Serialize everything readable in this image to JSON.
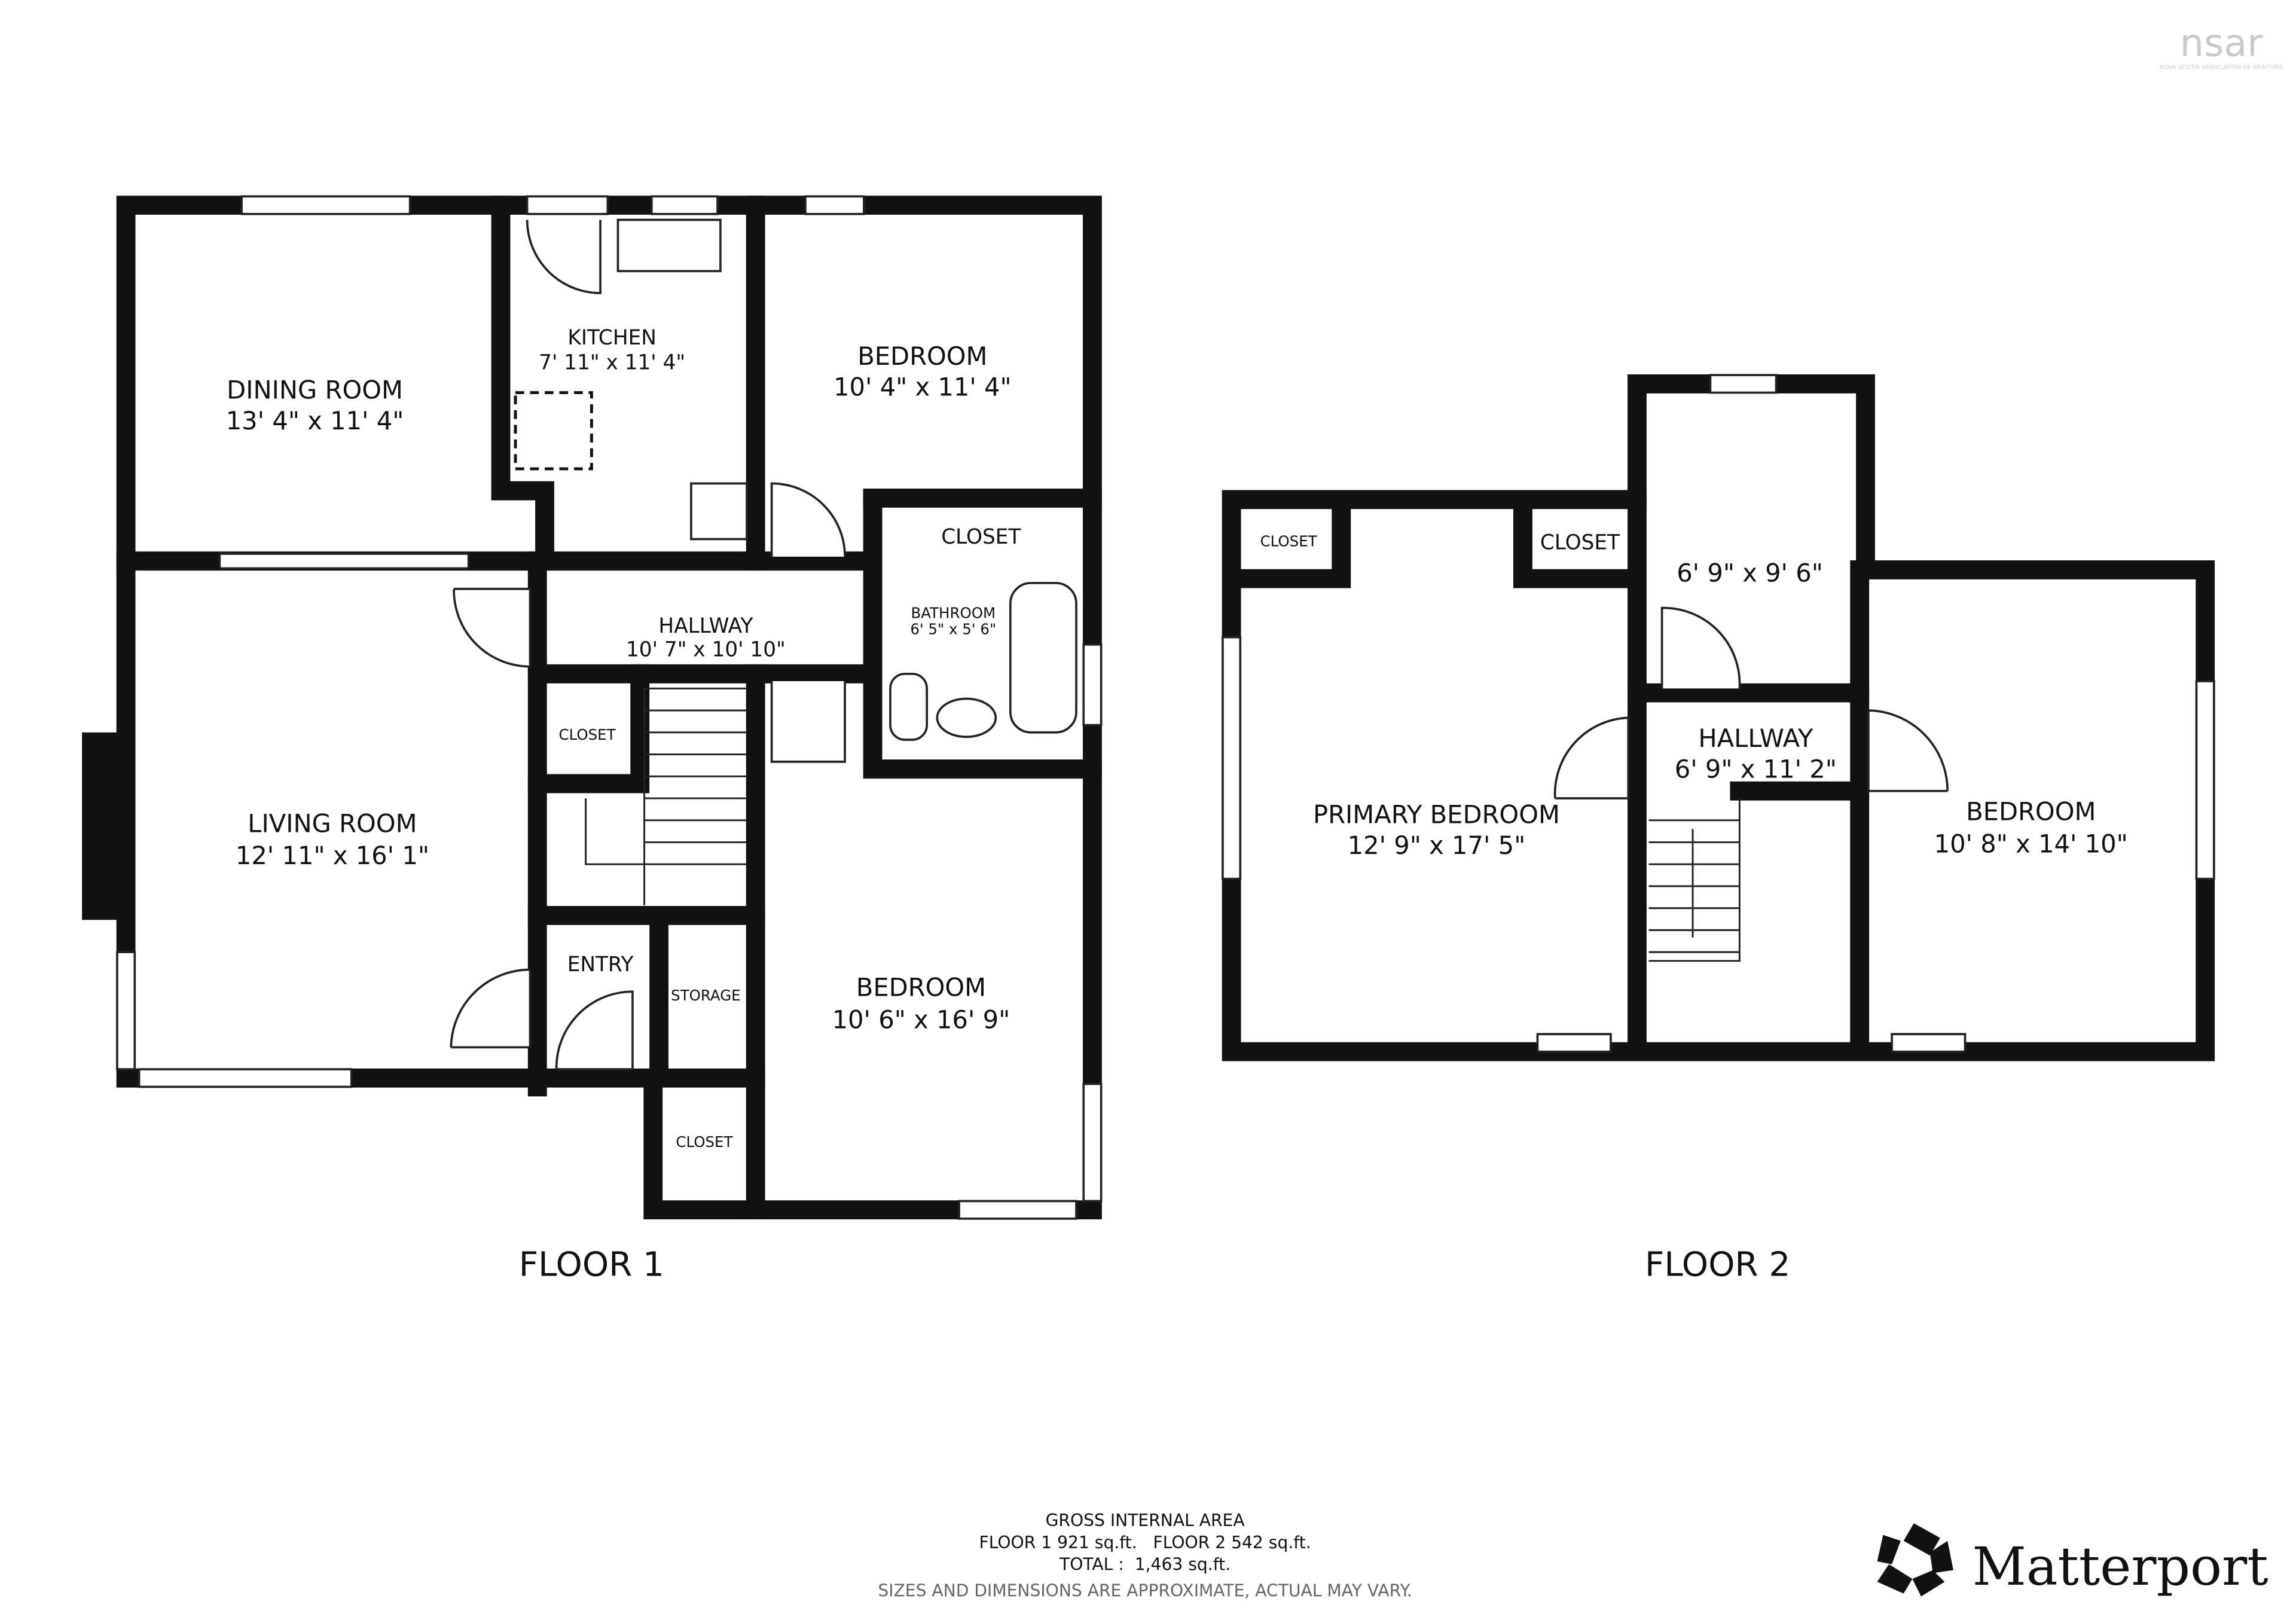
{
  "logo_nsar": {
    "text": "nsar",
    "subtitle": "NOVA SCOTIA ASSOCIATION OF REALTORS"
  },
  "floor1": {
    "title": "FLOOR 1",
    "rooms": {
      "dining": {
        "name": "DINING ROOM",
        "dims": "13' 4\" x 11' 4\""
      },
      "kitchen": {
        "name": "KITCHEN",
        "dims": "7' 11\" x 11' 4\""
      },
      "bedroom_a": {
        "name": "BEDROOM",
        "dims": "10' 4\" x 11' 4\""
      },
      "closet_a": {
        "name": "CLOSET"
      },
      "hallway": {
        "name": "HALLWAY",
        "dims": "10' 7\" x 10' 10\""
      },
      "bathroom": {
        "name": "BATHROOM",
        "dims": "6' 5\" x 5' 6\""
      },
      "closet_b": {
        "name": "CLOSET"
      },
      "living": {
        "name": "LIVING ROOM",
        "dims": "12' 11\" x 16' 1\""
      },
      "entry": {
        "name": "ENTRY"
      },
      "storage": {
        "name": "STORAGE"
      },
      "closet_c": {
        "name": "CLOSET"
      },
      "bedroom_b": {
        "name": "BEDROOM",
        "dims": "10' 6\" x 16' 9\""
      }
    }
  },
  "floor2": {
    "title": "FLOOR 2",
    "rooms": {
      "closet_a": {
        "name": "CLOSET"
      },
      "closet_b": {
        "name": "CLOSET"
      },
      "small_room": {
        "dims": "6' 9\" x 9' 6\""
      },
      "primary": {
        "name": "PRIMARY BEDROOM",
        "dims": "12' 9\" x 17' 5\""
      },
      "hallway": {
        "name": "HALLWAY",
        "dims": "6' 9\" x 11' 2\""
      },
      "bedroom": {
        "name": "BEDROOM",
        "dims": "10' 8\" x 14' 10\""
      }
    }
  },
  "footer": {
    "heading": "GROSS INTERNAL AREA",
    "floors_line": "FLOOR 1 921 sq.ft.   FLOOR 2 542 sq.ft.",
    "total_line": "TOTAL :  1,463 sq.ft.",
    "disclaimer": "SIZES AND DIMENSIONS ARE APPROXIMATE, ACTUAL MAY VARY."
  },
  "logo_matterport": {
    "text": "Matterport"
  }
}
